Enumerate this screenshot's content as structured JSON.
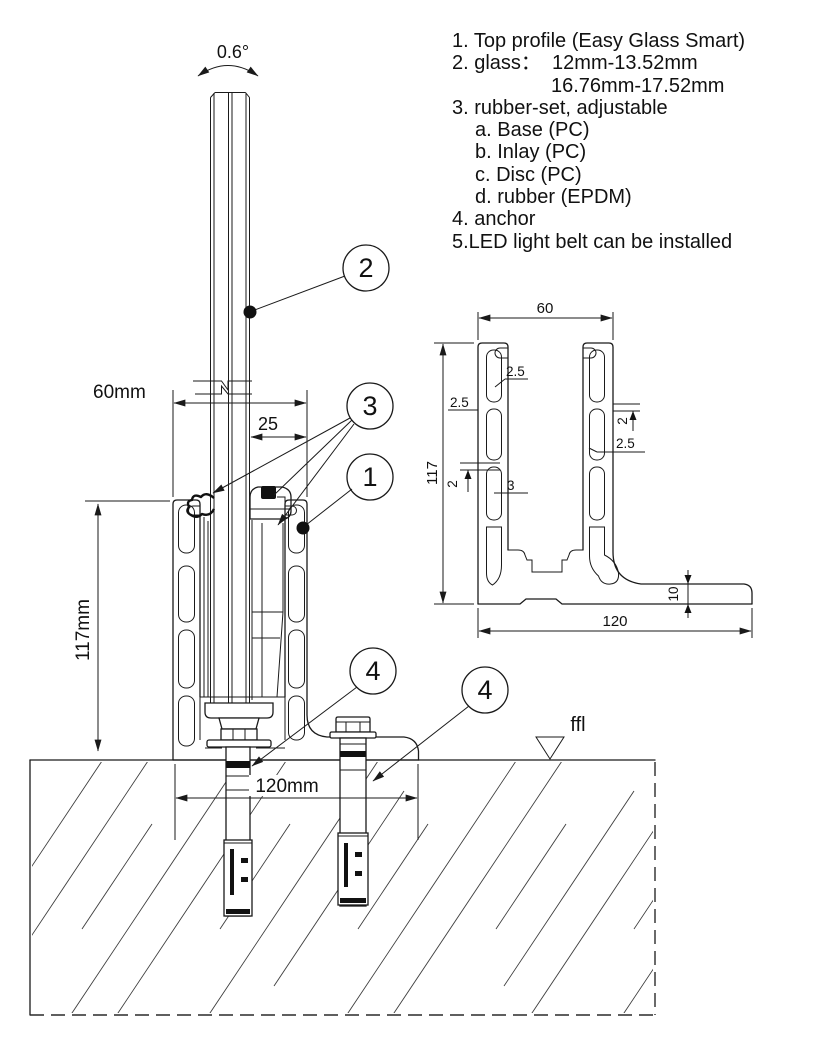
{
  "notes": {
    "lines": [
      "1. Top profile (Easy Glass Smart)",
      "2. glass：  12mm-13.52mm",
      "16.76mm-17.52mm",
      "3. rubber-set, adjustable",
      "a. Base (PC)",
      "b. Inlay (PC)",
      "c. Disc (PC)",
      "d. rubber (EPDM)",
      "4. anchor",
      "5.LED light belt can be installed"
    ]
  },
  "main_view": {
    "angle": "0.6°",
    "dim_glass_width": "60mm",
    "dim_inset": "25",
    "dim_height": "117mm",
    "dim_base": "120mm",
    "floor_label": "ffl",
    "callouts": {
      "glass": "2",
      "rubber": "3",
      "profile": "1",
      "anchor_a": "4",
      "anchor_b": "4"
    }
  },
  "detail_view": {
    "dim_top": "60",
    "dim_height": "117",
    "dim_base": "120",
    "dim_foot": "10",
    "dim_wall_a": "2.5",
    "dim_wall_b": "2.5",
    "dim_wall_c": "2.5",
    "dim_web_a": "2",
    "dim_web_b": "2",
    "dim_rib": "3"
  }
}
